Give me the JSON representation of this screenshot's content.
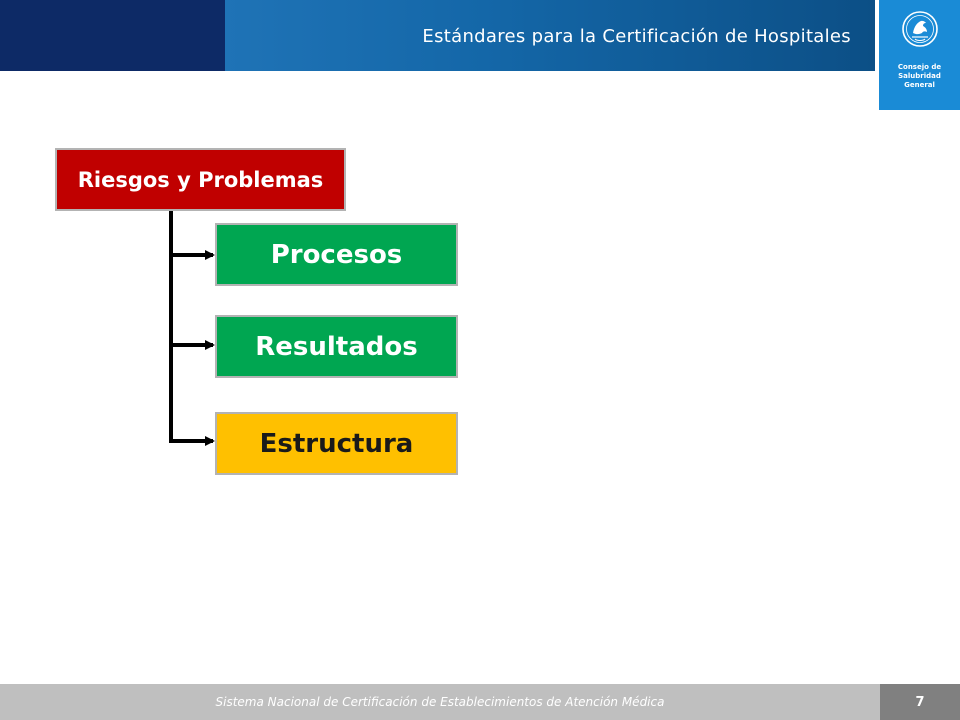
{
  "header": {
    "title": "Estándares para la Certificación de Hospitales",
    "primary_color": "#0d2a66",
    "bar_color": "#1467a8"
  },
  "logo": {
    "icon": "mexican-seal-icon",
    "lines": [
      "Consejo de",
      "Salubridad",
      "General"
    ],
    "background": "#1a8bd6"
  },
  "diagram": {
    "root": {
      "label": "Riesgos y Problemas",
      "color": "#c00000"
    },
    "children": [
      {
        "label": "Procesos",
        "color": "#00a651"
      },
      {
        "label": "Resultados",
        "color": "#00a651"
      },
      {
        "label": "Estructura",
        "color": "#ffc000"
      }
    ],
    "connector_color": "#000000"
  },
  "footer": {
    "text": "Sistema Nacional de Certificación de Establecimientos de Atención Médica",
    "page_number": "7"
  }
}
